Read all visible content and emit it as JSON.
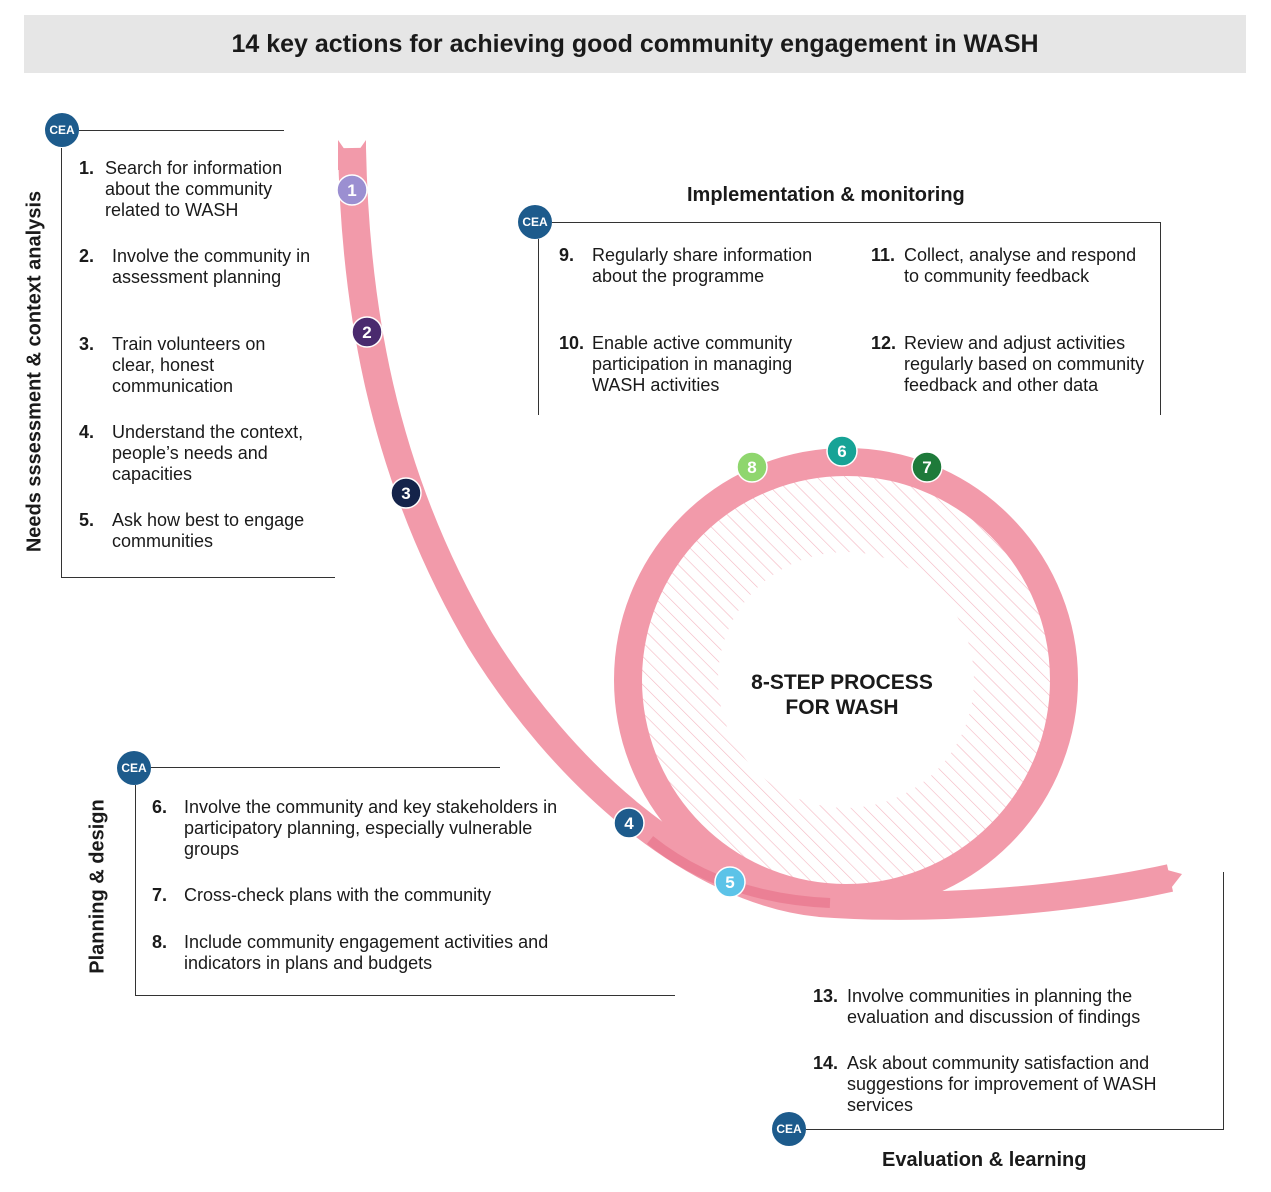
{
  "title": "14 key actions for achieving good community engagement in WASH",
  "center_label": {
    "line1": "8-STEP PROCESS",
    "line2": "FOR WASH"
  },
  "cea_label": "CEA",
  "colors": {
    "ribbon": "#f29aaa",
    "ribbon_dark": "#e56b83",
    "cea_badge": "#1d5b8c",
    "banner_bg": "#e6e6e6"
  },
  "sections": {
    "needs": {
      "title": "Needs sssessment & context analysis",
      "items": [
        {
          "num": "1.",
          "text": "Search for information about the community related to WASH"
        },
        {
          "num": "2.",
          "text": "Involve the community in assessment planning"
        },
        {
          "num": "3.",
          "text": "Train volunteers on clear, honest communication"
        },
        {
          "num": "4.",
          "text": "Understand the context, people’s needs and capacities"
        },
        {
          "num": "5.",
          "text": "Ask how best to engage communities"
        }
      ]
    },
    "implementation": {
      "title": "Implementation & monitoring",
      "items": [
        {
          "num": "9.",
          "text": "Regularly share information about the programme"
        },
        {
          "num": "10.",
          "text": "Enable active community participation in managing WASH activities"
        },
        {
          "num": "11.",
          "text": "Collect, analyse and respond to community feedback"
        },
        {
          "num": "12.",
          "text": "Review and adjust activities regularly based on community feedback and other data"
        }
      ]
    },
    "planning": {
      "title": "Planning & design",
      "items": [
        {
          "num": "6.",
          "text": "Involve the community and key stakeholders in participatory planning, especially vulnerable groups"
        },
        {
          "num": "7.",
          "text": "Cross-check plans with the community"
        },
        {
          "num": "8.",
          "text": "Include community engagement  activities and indicators in plans and budgets"
        }
      ]
    },
    "evaluation": {
      "title": "Evaluation & learning",
      "items": [
        {
          "num": "13.",
          "text": "Involve communities in planning  the evaluation  and  discussion of findings"
        },
        {
          "num": "14.",
          "text": "Ask about community satisfaction and suggestions for improvement of WASH services"
        }
      ]
    }
  },
  "steps": [
    {
      "label": "1",
      "color": "#9b8fd1"
    },
    {
      "label": "2",
      "color": "#4a2a6e"
    },
    {
      "label": "3",
      "color": "#14234a"
    },
    {
      "label": "4",
      "color": "#1d5b8c"
    },
    {
      "label": "5",
      "color": "#5cc3e8"
    },
    {
      "label": "6",
      "color": "#17a396"
    },
    {
      "label": "7",
      "color": "#1e7a3a"
    },
    {
      "label": "8",
      "color": "#8fd66e"
    }
  ]
}
